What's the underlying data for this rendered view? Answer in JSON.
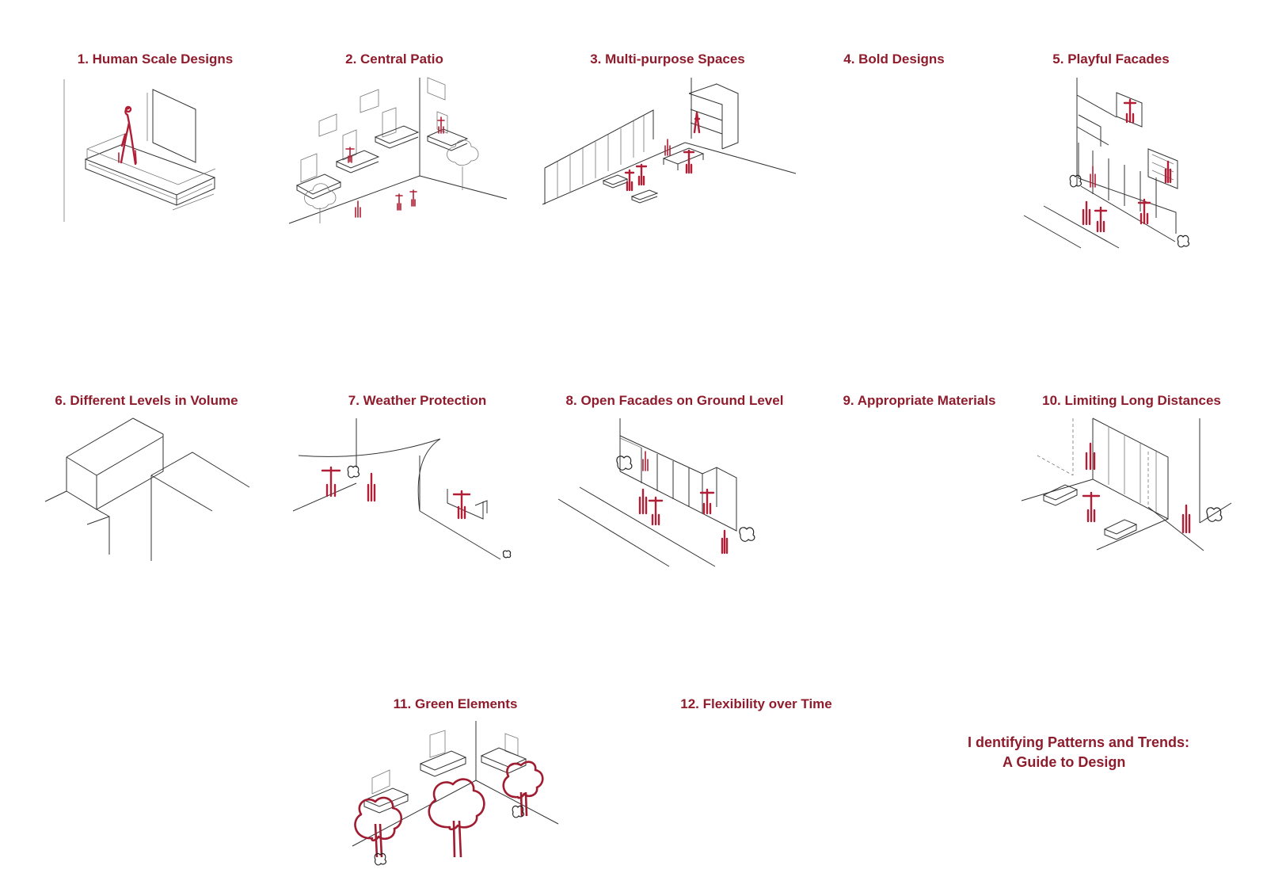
{
  "panels": [
    {
      "number": 1,
      "title": "1. Human Scale Designs"
    },
    {
      "number": 2,
      "title": "2. Central Patio"
    },
    {
      "number": 3,
      "title": "3. Multi-purpose Spaces"
    },
    {
      "number": 4,
      "title": "4. Bold Designs"
    },
    {
      "number": 5,
      "title": "5. Playful Facades"
    },
    {
      "number": 6,
      "title": "6. Different Levels in Volume"
    },
    {
      "number": 7,
      "title": "7. Weather Protection"
    },
    {
      "number": 8,
      "title": "8. Open Facades on Ground Level"
    },
    {
      "number": 9,
      "title": "9. Appropriate Materials"
    },
    {
      "number": 10,
      "title": "10. Limiting Long Distances"
    },
    {
      "number": 11,
      "title": "11. Green Elements"
    },
    {
      "number": 12,
      "title": "12. Flexibility over Time"
    }
  ],
  "subtitle": {
    "line1": "I dentifying Patterns and Trends:",
    "line2": "A Guide to Design"
  },
  "colors": {
    "accent": "#8f1c2c",
    "figure": "#b01f35",
    "line": "#333333"
  }
}
